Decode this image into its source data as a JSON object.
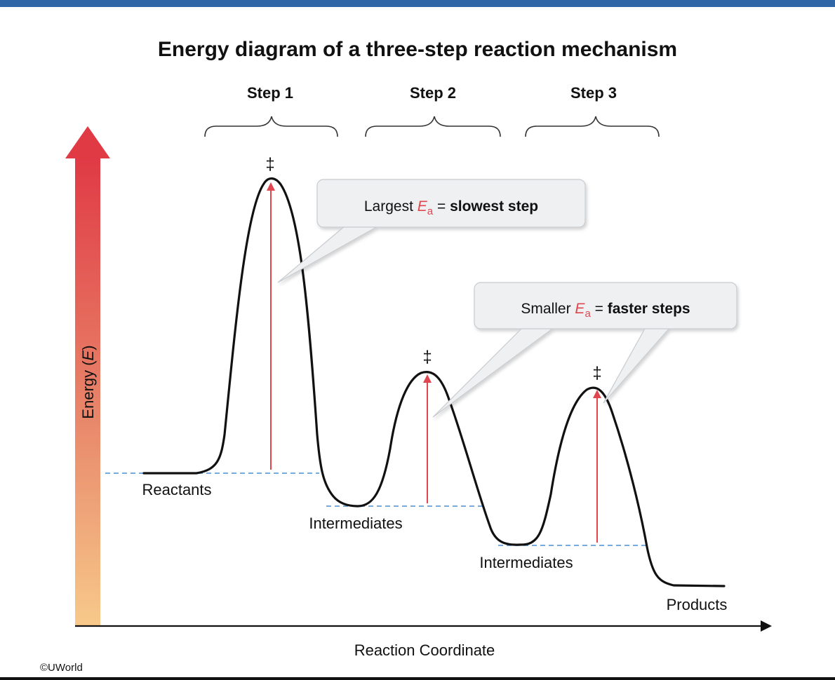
{
  "title": "Energy diagram of a three-step reaction mechanism",
  "steps": [
    "Step 1",
    "Step 2",
    "Step 3"
  ],
  "transition_state_symbol": "‡",
  "y_axis_label": {
    "main": "Energy (",
    "var": "E",
    "close": ")"
  },
  "x_axis_label": "Reaction Coordinate",
  "states": {
    "reactants": "Reactants",
    "intermediate_1": "Intermediates",
    "intermediate_2": "Intermediates",
    "products": "Products"
  },
  "callouts": {
    "largest": {
      "prefix": "Largest ",
      "symbol": "E",
      "sub": "a",
      "mid": " = ",
      "bold": "slowest step"
    },
    "smaller": {
      "prefix": "Smaller ",
      "symbol": "E",
      "sub": "a",
      "mid": " = ",
      "bold": "faster steps"
    }
  },
  "credit": "©UWorld",
  "colors": {
    "top_bar": "#2e66a8",
    "activation_arrow": "#e0464f",
    "dashed_level": "#4b8fd0",
    "axis_gradient_top": "#e03a45",
    "axis_gradient_bottom": "#f7c98a",
    "callout_fill": "#eef0f2",
    "callout_stroke": "#c7cbcf"
  }
}
